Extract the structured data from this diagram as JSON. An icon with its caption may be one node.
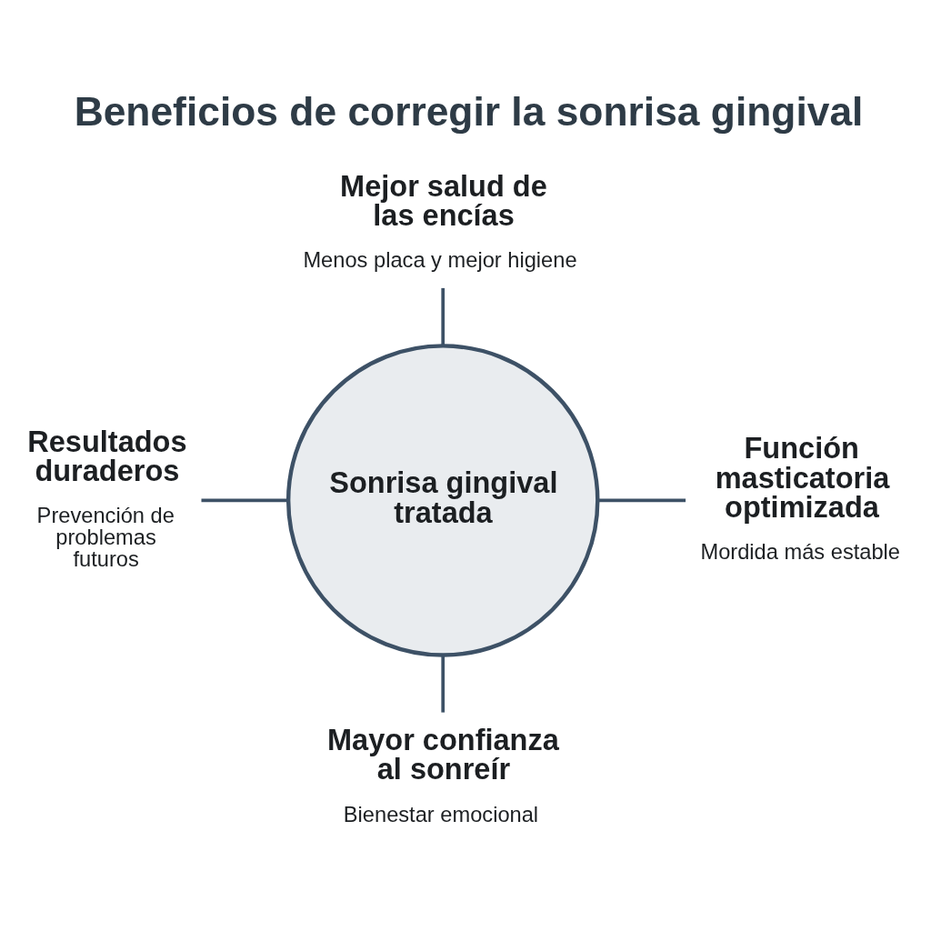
{
  "diagram": {
    "title": "Beneficios de corregir la sonrisa gingival",
    "nodes": [
      {
        "text": [
          "Mejor salud de las encías",
          "Menos placa y mejor higiene"
        ]
      },
      {
        "text": [
          "Resultados duraderos",
          "Prevención de problemas futuros"
        ]
      },
      {
        "text": [
          "Sonrisa gingival tratada"
        ]
      },
      {
        "text": [
          "Función masticatoria optimizada",
          "Mordida más estable"
        ]
      },
      {
        "text": [
          "Mayor confianza al sonreír",
          "Bienestar emocional"
        ]
      }
    ],
    "edges": [
      {
        "from": 0,
        "to": 2,
        "arrow": "none"
      },
      {
        "from": 1,
        "to": 2,
        "arrow": "none"
      },
      {
        "from": 2,
        "to": 3,
        "arrow": "none"
      },
      {
        "from": 2,
        "to": 4,
        "arrow": "none"
      }
    ]
  }
}
